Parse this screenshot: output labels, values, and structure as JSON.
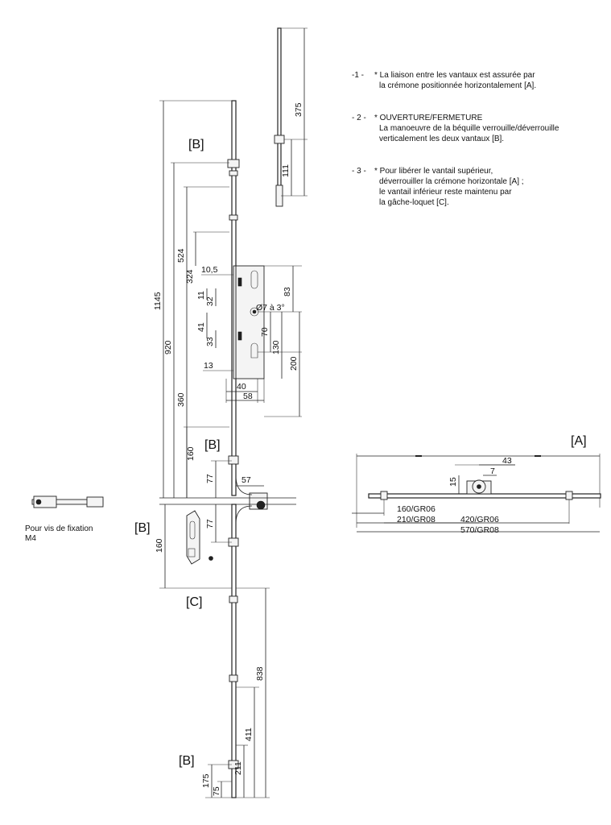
{
  "notes": [
    {
      "num": "-1 -",
      "lines": [
        "* La liaison entre les vantaux est assurée par",
        "la crémone positionnée horizontalement [A]."
      ]
    },
    {
      "num": "- 2 -",
      "lines": [
        "* OUVERTURE/FERMETURE",
        "La manoeuvre de la béquille verrouille/déverrouille",
        "verticalement les deux vantaux [B]."
      ]
    },
    {
      "num": "- 3 -",
      "lines": [
        "* Pour libérer le vantail supérieur,",
        "déverrouiller la crémone horizontale [A] ;",
        "le vantail inférieur reste maintenu par",
        "la gâche-loquet [C]."
      ]
    }
  ],
  "labels": {
    "b_top": "[B]",
    "b_mid": "[B]",
    "b_left": "[B]",
    "b_bottom": "[B]",
    "c": "[C]",
    "a": "[A]",
    "fixing_line1": "Pour vis de fixation",
    "fixing_line2": "M4"
  },
  "dims": {
    "d375": "375",
    "d111": "111",
    "d1145": "1145",
    "d920": "920",
    "d524": "524",
    "d360": "360",
    "d324": "324",
    "d160_up": "160",
    "d10_5": "10,5",
    "d11": "11",
    "d32": "32",
    "d41": "41",
    "d33": "33",
    "d13": "13",
    "d83": "83",
    "d_angle": "Ø7 à 3°",
    "d70": "70",
    "d130": "130",
    "d200": "200",
    "d40": "40",
    "d58": "58",
    "d77_up": "77",
    "d57": "57",
    "d77_down": "77",
    "d160_down": "160",
    "d838": "838",
    "d411": "411",
    "d211": "211",
    "d175": "175",
    "d75": "75",
    "a43": "43",
    "a7": "7",
    "a15": "15",
    "a160": "160/GR06",
    "a210": "210/GR08",
    "a420": "420/GR06",
    "a570": "570/GR08"
  }
}
